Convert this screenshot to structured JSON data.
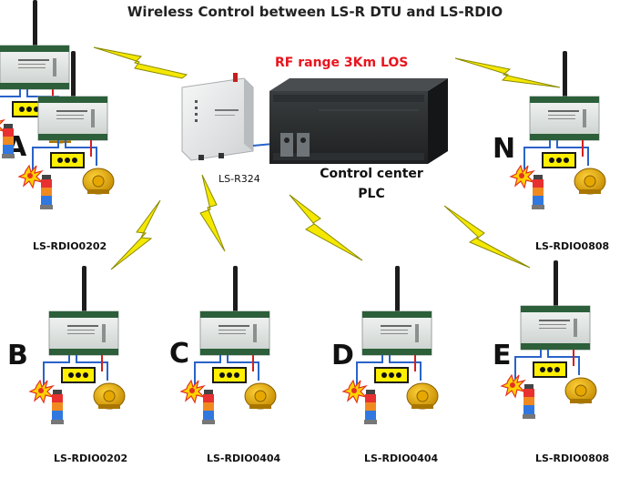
{
  "title": "Wireless Control between LS-R DTU and LS-RDIO",
  "rf_range": "RF range 3Km LOS",
  "control_center": {
    "line1": "Control center",
    "line2": "PLC"
  },
  "dtu_label": "LS-R324",
  "dots": "●●●",
  "nodes": [
    {
      "letter": "A",
      "model": "LS-RDIO0202"
    },
    {
      "letter": "N",
      "model": "LS-RDIO0808"
    },
    {
      "letter": "B",
      "model": "LS-RDIO0202"
    },
    {
      "letter": "C",
      "model": "LS-RDIO0404"
    },
    {
      "letter": "D",
      "model": "LS-RDIO0404"
    },
    {
      "letter": "E",
      "model": "LS-RDIO0808"
    }
  ],
  "colors": {
    "lightning": "#f5e800",
    "lightning_stroke": "#8a8a00",
    "wire_blue": "#2a63c9",
    "wire_red": "#d51f1f",
    "box_yellow": "#ffef00",
    "rf_red": "#e8141e"
  }
}
